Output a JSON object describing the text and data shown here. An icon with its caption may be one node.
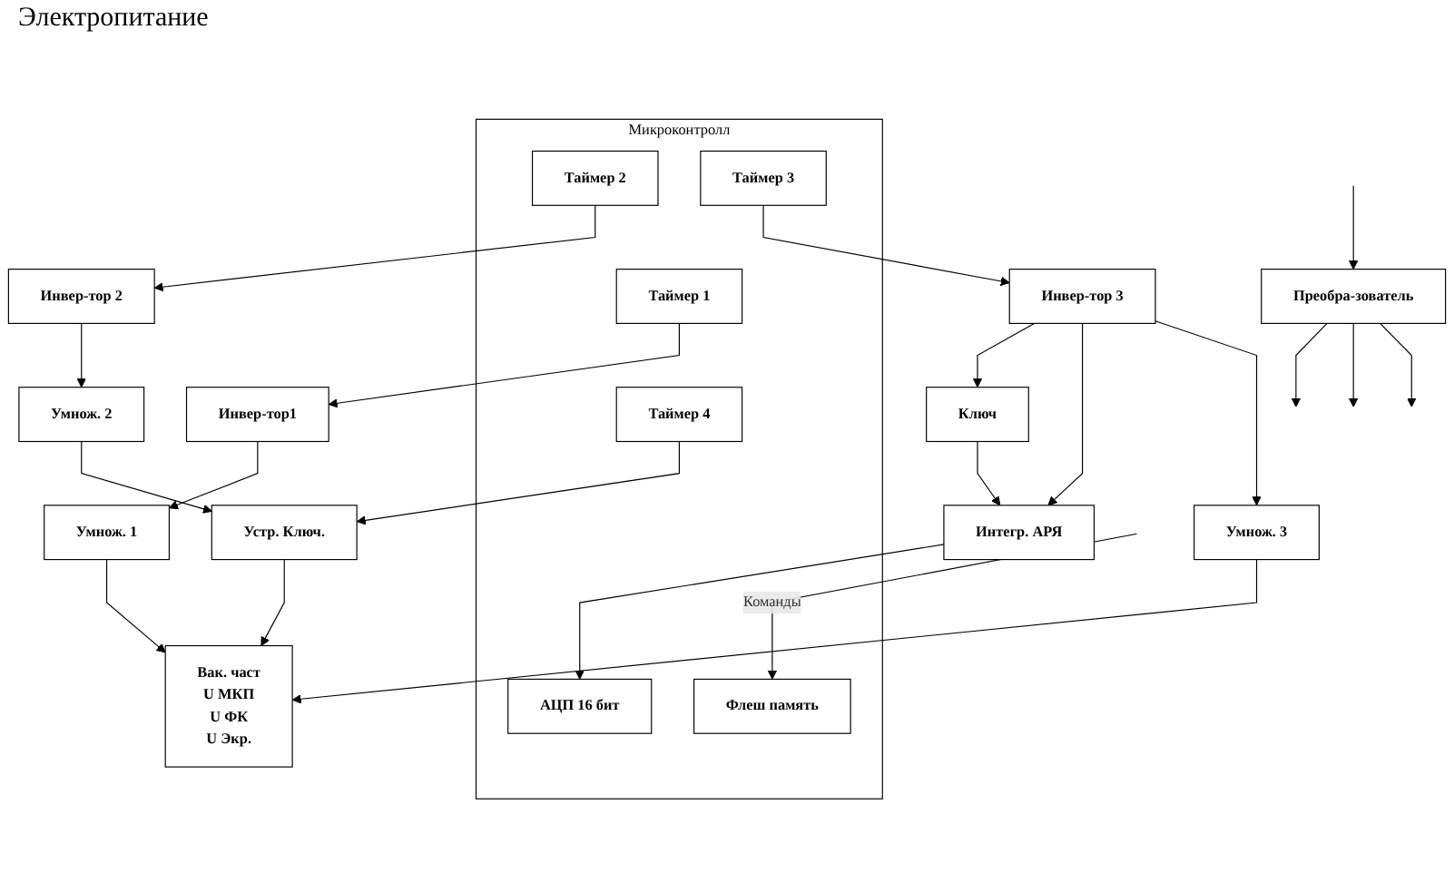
{
  "diagram": {
    "nodes": [
      {
        "text": [
          "Преобра-зователь"
        ]
      },
      {
        "text": [
          "Микроконтролл"
        ]
      },
      {
        "text": [
          "Таймер 1"
        ],
        "in": 1
      },
      {
        "text": [
          "Таймер 2"
        ],
        "in": 1
      },
      {
        "text": [
          "Флеш память"
        ],
        "in": 1
      },
      {
        "text": [
          "Таймер 3"
        ],
        "in": 1
      },
      {
        "text": [
          "АЦП 16 бит"
        ],
        "in": 1
      },
      {
        "text": [
          "Таймер 4"
        ],
        "in": 1
      },
      {
        "text": [
          "Инвер-тор1"
        ]
      },
      {
        "text": [
          "Инвер-тор 2"
        ]
      },
      {
        "text": [
          "Инвер-тор 3"
        ]
      },
      {
        "text": [
          "Умнож. 1"
        ]
      },
      {
        "text": [
          "Умнож. 2"
        ]
      },
      {
        "text": [
          "Умнож. 3"
        ]
      },
      {
        "text": [
          "Устр. Ключ."
        ]
      },
      {
        "text": [
          "Вак. част",
          "U МКП",
          "U ФК",
          "U Экр."
        ]
      },
      {
        "text": [
          "Интегр. АРЯ"
        ]
      },
      {
        "text": [
          "Ключ"
        ]
      }
    ],
    "edges": [
      {
        "from": null,
        "to": 0,
        "arrow": "to"
      },
      {
        "from": 0,
        "to": null,
        "arrow": "to"
      },
      {
        "from": 0,
        "to": null,
        "arrow": "to"
      },
      {
        "from": 0,
        "to": null,
        "arrow": "to"
      },
      {
        "from": null,
        "to": 4,
        "arrow": "to",
        "label": "Команды"
      },
      {
        "from": 2,
        "to": 8,
        "arrow": "to"
      },
      {
        "from": 3,
        "to": 9,
        "arrow": "to"
      },
      {
        "from": 5,
        "to": 10,
        "arrow": "to"
      },
      {
        "from": 8,
        "to": 11,
        "arrow": "to"
      },
      {
        "from": 9,
        "to": 12,
        "arrow": "to"
      },
      {
        "from": 10,
        "to": 13,
        "arrow": "to"
      },
      {
        "from": 11,
        "to": 15,
        "arrow": "to"
      },
      {
        "from": 12,
        "to": 14,
        "arrow": "to"
      },
      {
        "from": 14,
        "to": 15,
        "arrow": "to"
      },
      {
        "from": 13,
        "to": 15,
        "arrow": "to"
      },
      {
        "from": 7,
        "to": 14,
        "arrow": "to"
      },
      {
        "from": 10,
        "to": 16,
        "arrow": "to"
      },
      {
        "from": 10,
        "to": 17,
        "arrow": "to"
      },
      {
        "from": 17,
        "to": 16,
        "arrow": "to"
      },
      {
        "from": 16,
        "to": 6,
        "arrow": "to"
      }
    ],
    "labels": [
      "Электропитание"
    ]
  }
}
